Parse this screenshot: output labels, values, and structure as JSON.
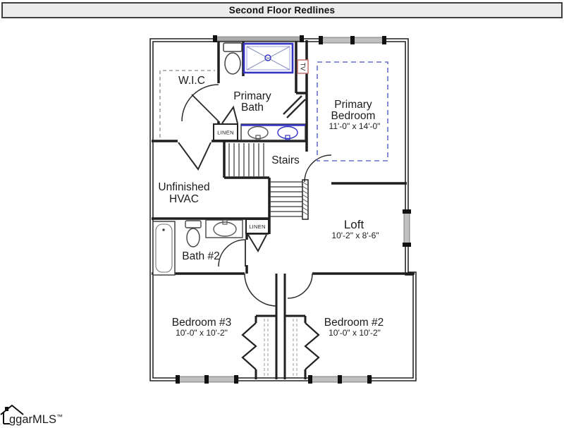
{
  "header": {
    "title": "Second Floor Redlines"
  },
  "plan": {
    "rooms": {
      "wic": {
        "label": "W.I.C"
      },
      "primary_bath": {
        "line1": "Primary",
        "line2": "Bath"
      },
      "primary_bedroom": {
        "line1": "Primary",
        "line2": "Bedroom",
        "dims": "11'-0\" x 14'-0\""
      },
      "stairs": {
        "label": "Stairs"
      },
      "unfinished_hvac": {
        "line1": "Unfinished",
        "line2": "HVAC"
      },
      "loft": {
        "label": "Loft",
        "dims": "10'-2\" x 8'-6\""
      },
      "bath2": {
        "label": "Bath #2"
      },
      "bedroom3": {
        "label": "Bedroom #3",
        "dims": "10'-0\" x 10'-2\""
      },
      "bedroom2": {
        "label": "Bedroom #2",
        "dims": "10'-0\" x 10'-2\""
      }
    },
    "closets": {
      "linen_upper": "LINEN",
      "linen_lower": "LINEN"
    },
    "markers": {
      "tv": "TV"
    }
  },
  "colors": {
    "redline_blue": "#3434c4",
    "redline_blue_light": "#9aa0d8",
    "redline_red": "#c2706c",
    "wall": "#1f1f1f",
    "window_gray": "#c0c0c0",
    "header_bg": "#ececec"
  },
  "logo": {
    "visible_text": "ggarMLS",
    "trademark": "™"
  }
}
